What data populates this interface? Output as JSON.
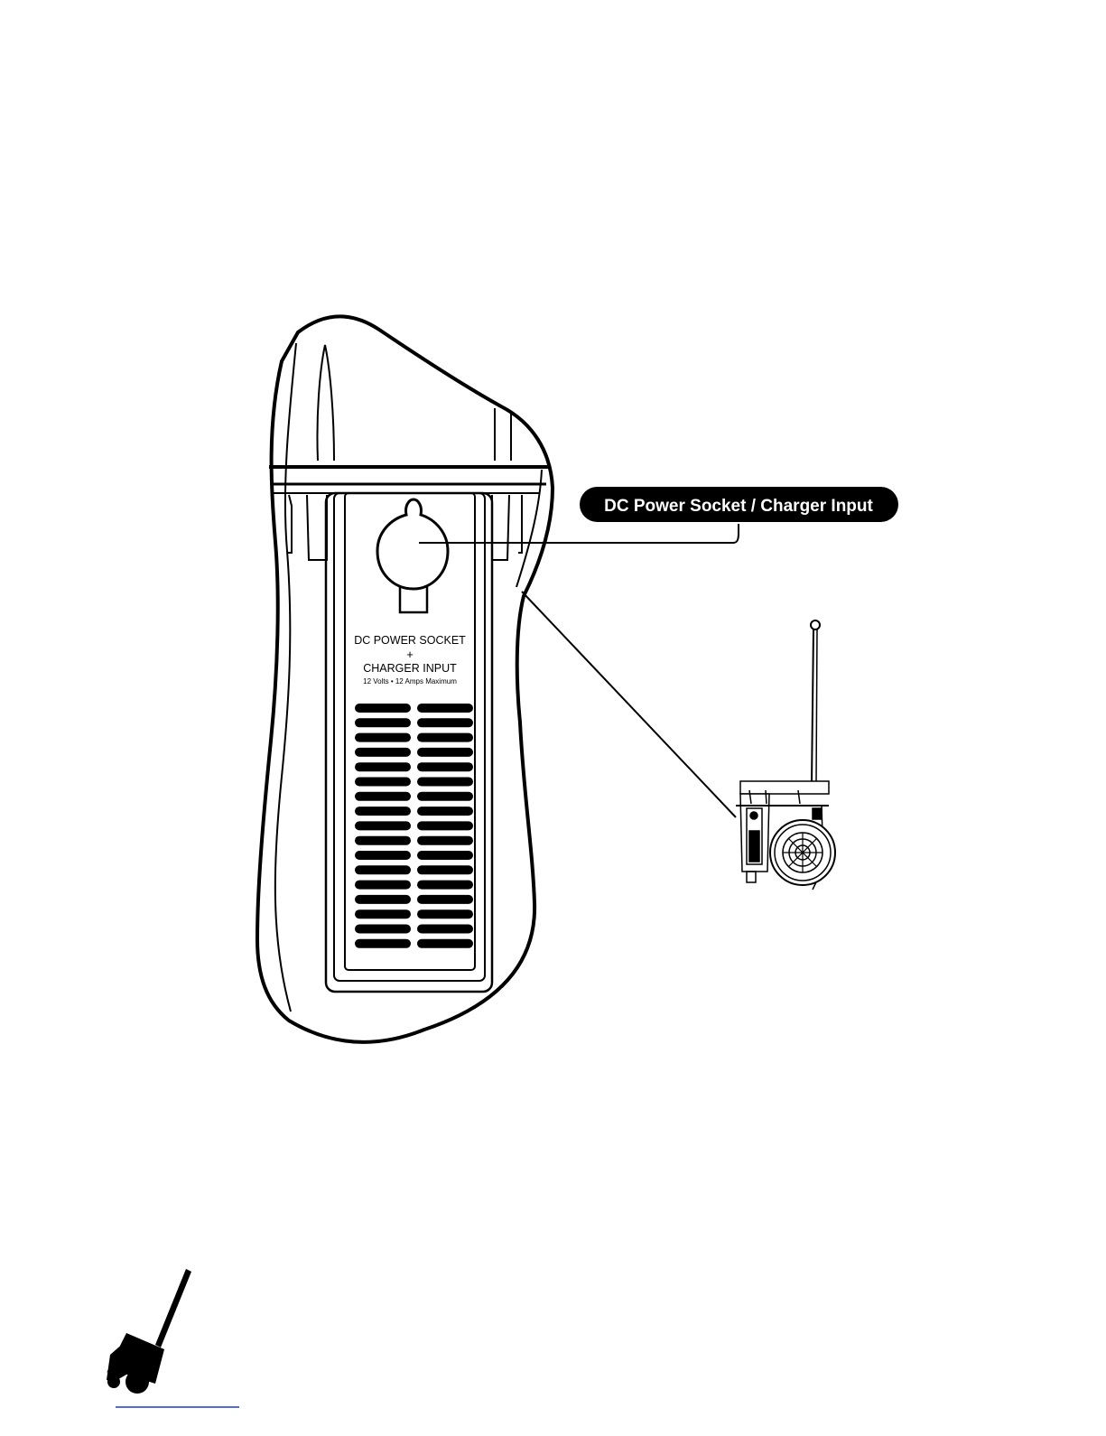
{
  "callout": {
    "label": "DC Power Socket / Charger Input"
  },
  "panel": {
    "line1": "DC POWER SOCKET",
    "line2": "+",
    "line3": "CHARGER INPUT",
    "rating": "12 Volts • 12 Amps Maximum"
  },
  "vents": {
    "columns": 2,
    "rows": 17
  },
  "colors": {
    "ink": "#000000",
    "paper": "#ffffff",
    "link_underline": "#1a3cc8"
  },
  "icons": {
    "logo": "cart-silhouette-icon",
    "thumbnail": "device-with-wheel-icon"
  }
}
